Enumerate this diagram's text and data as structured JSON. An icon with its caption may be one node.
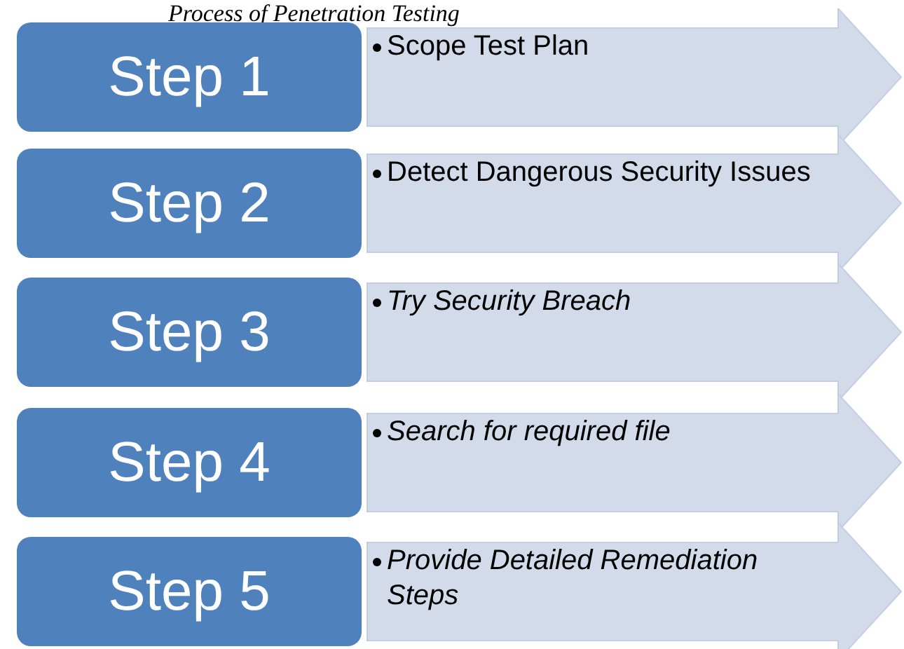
{
  "diagram": {
    "title": "Process of Penetration Testing",
    "nodes": [
      {
        "text": [
          "Step 1"
        ]
      },
      {
        "text": [
          "Scope Test Plan"
        ]
      },
      {
        "text": [
          "Step 2"
        ]
      },
      {
        "text": [
          "Detect Dangerous Security Issues"
        ]
      },
      {
        "text": [
          "Step 3"
        ]
      },
      {
        "text": [
          "Try Security Breach"
        ]
      },
      {
        "text": [
          "Step 4"
        ]
      },
      {
        "text": [
          "Search for required file"
        ]
      },
      {
        "text": [
          "Step 5"
        ]
      },
      {
        "text": [
          "Provide Detailed Remediation Steps"
        ]
      }
    ]
  }
}
